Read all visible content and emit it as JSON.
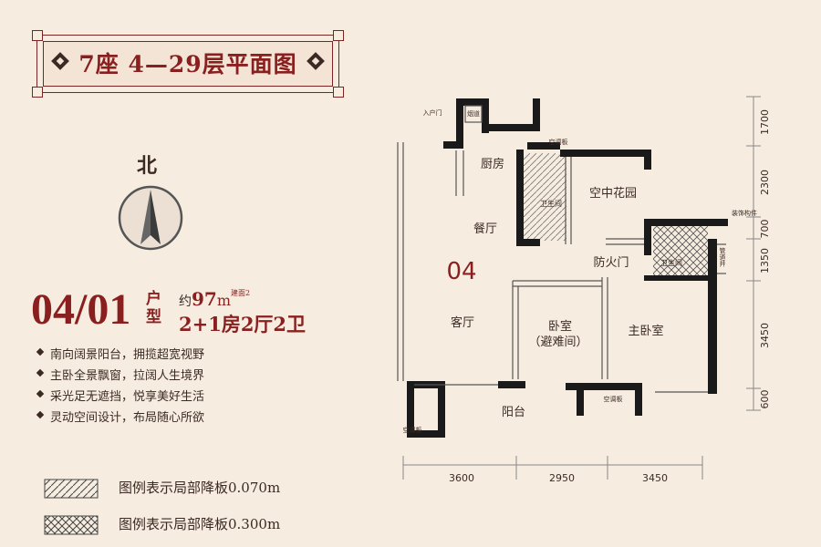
{
  "title": "7座 4—29层平面图",
  "north": "北",
  "unit": {
    "number": "04/01",
    "type_label": "户型",
    "area_prefix": "约",
    "area_value": "97",
    "area_unit": "m",
    "area_sup": "建面2",
    "layout": "2+1房2厅2卫"
  },
  "features": [
    "南向阔景阳台，拥揽超宽视野",
    "主卧全景飘窗，拉阔人生境界",
    "采光足无遮挡，悦享美好生活",
    "灵动空间设计，布局随心所欲"
  ],
  "legend": [
    {
      "pattern": "diagonal",
      "label": "图例表示局部降板0.070m"
    },
    {
      "pattern": "crosshatch",
      "label": "图例表示局部降板0.300m"
    }
  ],
  "plan": {
    "unit_label": "04",
    "rooms": {
      "kitchen": "厨房",
      "dining": "餐厅",
      "living": "客厅",
      "bedroom": "卧室",
      "bedroom_note": "（避难间）",
      "master": "主卧室",
      "balcony": "阳台",
      "garden": "空中花园",
      "fire_door": "防火门",
      "bath1": "卫生间",
      "bath2": "卫生间",
      "entrance": "入户门",
      "flue": "烟道",
      "ac1": "空调板",
      "ac2": "空调板",
      "ac3": "空调板",
      "deco": "装饰构件",
      "shaft": "管道井"
    },
    "dims_right": [
      "1700",
      "2300",
      "700",
      "1350",
      "3450",
      "600"
    ],
    "dims_bottom": [
      "3600",
      "2950",
      "3450"
    ]
  },
  "colors": {
    "accent": "#8a1f1f",
    "background": "#f7ece0",
    "wall": "#1a1a1a"
  }
}
